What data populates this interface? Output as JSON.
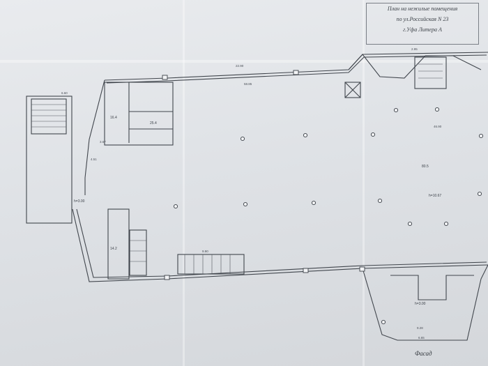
{
  "title_block": {
    "line1": "План на нежилые помещения",
    "line2": "по ул.Российская N 23",
    "line3": "г.Уфа Литера А"
  },
  "facade_label": "Фасад",
  "height_marks": [
    "h=3.00",
    "h=10.67",
    "h=3.00"
  ],
  "room_labels": [
    "22.90",
    "58.85",
    "46.90",
    "80.5",
    "25.4",
    "16.4",
    "14.2",
    "9.90",
    "6.60",
    "2.95",
    "4.51",
    "3.67",
    "9.28",
    "6.65"
  ],
  "colors": {
    "paper": "#e3e5e8",
    "ink": "#3a3f46"
  }
}
